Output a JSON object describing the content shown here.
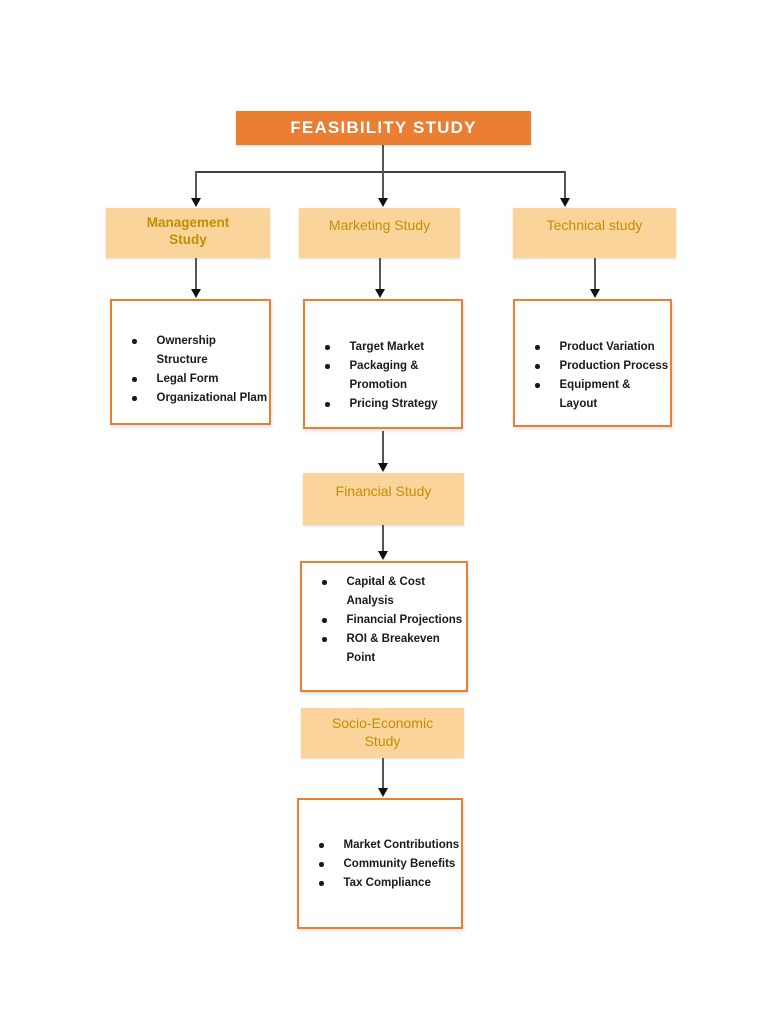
{
  "root": {
    "label": "FEASIBILITY STUDY"
  },
  "colors": {
    "banner_fill": "#EA7E33",
    "node_fill": "#FBD49B",
    "node_text": "#BF8F00",
    "panel_border": "#ED7D31",
    "banner_text": "#FFFFFF",
    "bullet_text": "#1A1A1A",
    "connector": "#555555"
  },
  "branches": [
    {
      "title": "Management Study",
      "items": [
        "Ownership Structure",
        "Legal Form",
        "Organizational Plam"
      ]
    },
    {
      "title": "Marketing Study",
      "items": [
        "Target Market",
        "Packaging & Promotion",
        "Pricing Strategy"
      ]
    },
    {
      "title": "Technical study",
      "items": [
        "Product Variation",
        "Production Process",
        "Equipment & Layout"
      ]
    }
  ],
  "chain": [
    {
      "title": "Financial Study",
      "items": [
        "Capital & Cost Analysis",
        "Financial Projections",
        "ROI & Breakeven Point"
      ]
    },
    {
      "title": "Socio-Economic Study",
      "items": [
        "Market Contributions",
        "Community Benefits",
        "Tax Compliance"
      ]
    }
  ]
}
